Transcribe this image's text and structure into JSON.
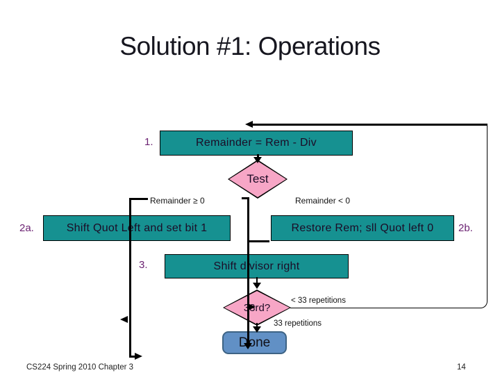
{
  "slide": {
    "title": "Solution #1: Operations",
    "footer_left": "CS224 Spring 2010 Chapter 3",
    "page_number": "14"
  },
  "flowchart": {
    "step1": {
      "label": "1.",
      "text": "Remainder = Rem - Div"
    },
    "test": {
      "text": "Test"
    },
    "branch_left": "Remainder ≥ 0",
    "branch_right": "Remainder < 0",
    "step2a": {
      "label": "2a.",
      "text": "Shift Quot Left and set bit 1"
    },
    "step2b": {
      "label": "2b.",
      "text": "Restore Rem; sll Quot left 0"
    },
    "step3": {
      "label": "3.",
      "text": "Shift divisor right"
    },
    "decision": {
      "text": "33rd?"
    },
    "loop_label": "< 33 repetitions",
    "exit_label": "33 repetitions",
    "done": {
      "text": "Done"
    }
  },
  "colors": {
    "teal": "#169191",
    "pink": "#f7a6c6",
    "done_fill": "#6190c5",
    "done_border": "#3d6384",
    "label_purple": "#6b2272",
    "line": "#000000"
  }
}
